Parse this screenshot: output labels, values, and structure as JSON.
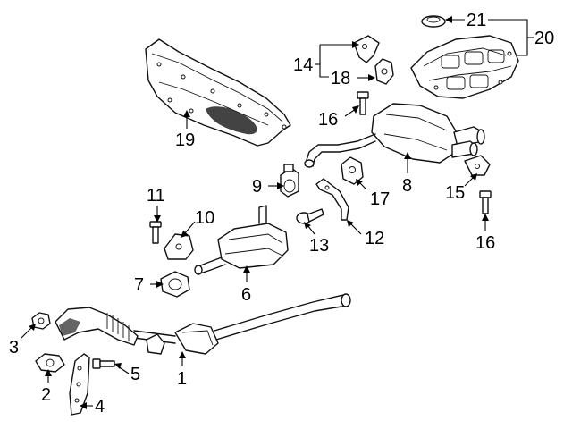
{
  "callouts": {
    "c1": "1",
    "c2": "2",
    "c3": "3",
    "c4": "4",
    "c5": "5",
    "c6": "6",
    "c7": "7",
    "c8": "8",
    "c9": "9",
    "c10": "10",
    "c11": "11",
    "c12": "12",
    "c13": "13",
    "c14": "14",
    "c15": "15",
    "c16a": "16",
    "c16b": "16",
    "c17": "17",
    "c18": "18",
    "c19": "19",
    "c20": "20",
    "c21": "21"
  }
}
